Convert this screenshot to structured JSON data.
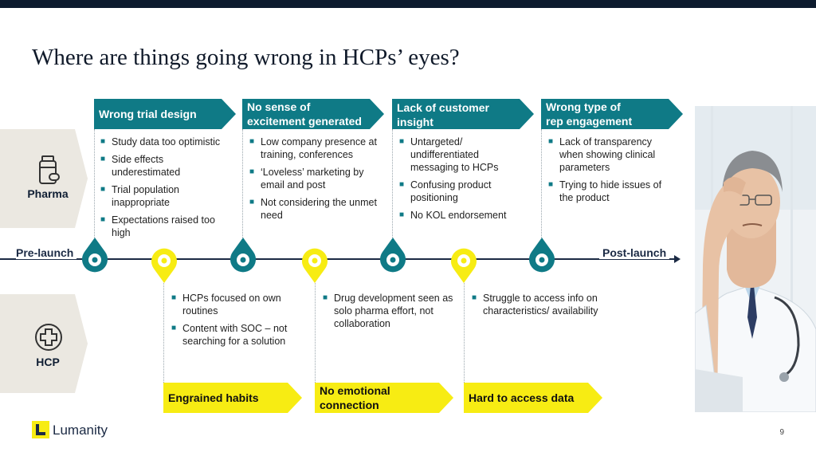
{
  "slide": {
    "title": "Where are things going wrong in HCPs’ eyes?",
    "page_number": "9",
    "logo_text": "Lumanity"
  },
  "colors": {
    "teal": "#0f7a86",
    "yellow": "#f7ec13",
    "navy": "#1b2a44",
    "side_panel": "#ebe8e1"
  },
  "sides": {
    "pharma": {
      "label": "Pharma",
      "icon": "pill-bottle-icon"
    },
    "hcp": {
      "label": "HCP",
      "icon": "medical-cross-icon"
    }
  },
  "timeline": {
    "start_label": "Pre-launch",
    "end_label": "Post-launch"
  },
  "pharma_issues": [
    {
      "heading_lines": [
        "Wrong trial design"
      ],
      "bullets": [
        "Study data too optimistic",
        "Side effects underestimated",
        "Trial population inappropriate",
        "Expectations raised too high"
      ]
    },
    {
      "heading_lines": [
        "No sense of",
        "excitement generated"
      ],
      "bullets": [
        "Low company presence at training, conferences",
        "‘Loveless’ marketing by email and post",
        "Not considering the unmet need"
      ]
    },
    {
      "heading_lines": [
        "Lack of customer",
        "insight"
      ],
      "bullets": [
        "Untargeted/ undifferentiated messaging to HCPs",
        "Confusing product positioning",
        "No KOL endorsement"
      ]
    },
    {
      "heading_lines": [
        "Wrong type of",
        "rep engagement"
      ],
      "bullets": [
        "Lack of transparency when showing clinical parameters",
        "Trying to hide issues of the product"
      ]
    }
  ],
  "hcp_issues": [
    {
      "heading_lines": [
        "Engrained habits"
      ],
      "bullets": [
        "HCPs focused on own routines",
        "Content with SOC – not searching for a solution"
      ]
    },
    {
      "heading_lines": [
        "No emotional",
        "connection"
      ],
      "bullets": [
        "Drug development seen as solo pharma effort, not collaboration"
      ]
    },
    {
      "heading_lines": [
        "Hard to access data"
      ],
      "bullets": [
        "Struggle to access info on characteristics/ availability"
      ]
    }
  ]
}
